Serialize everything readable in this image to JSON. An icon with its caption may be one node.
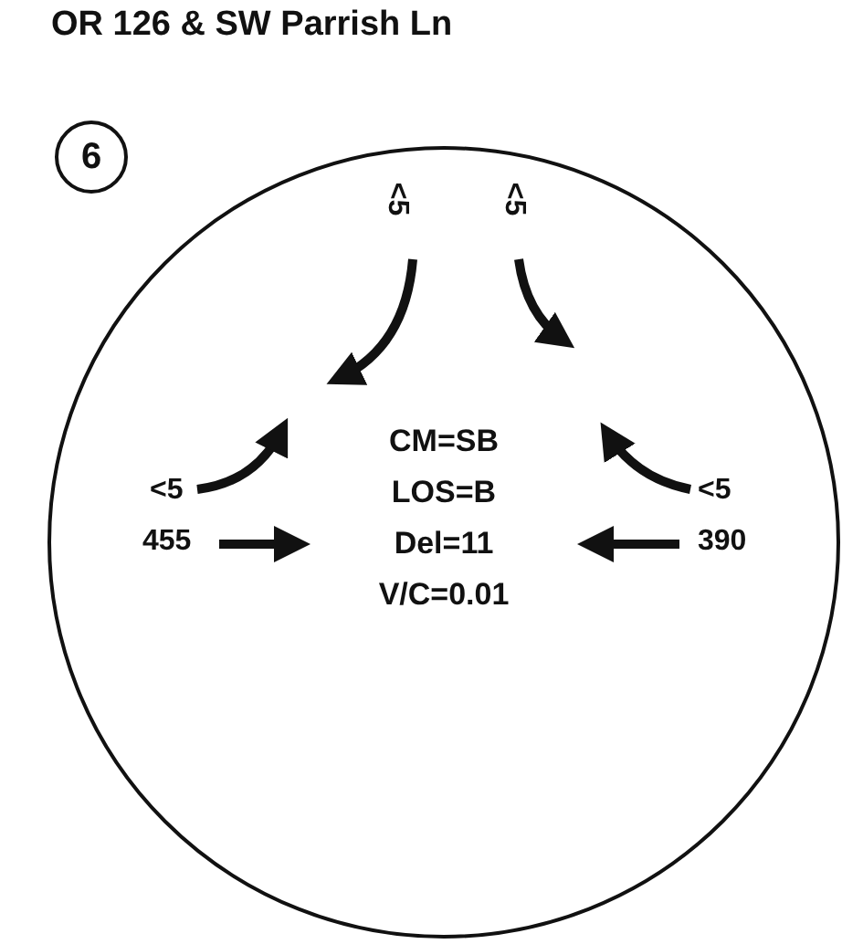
{
  "diagram": {
    "title": "OR 126 & SW Parrish Ln",
    "nodes": [
      {
        "text": [
          "6"
        ]
      },
      {
        "text": [
          "CM=SB",
          "LOS=B",
          "Del=11",
          "V/C=0.01"
        ]
      }
    ],
    "labels": [
      "<5",
      "<5",
      "<5",
      "<5",
      "455",
      "390"
    ]
  }
}
